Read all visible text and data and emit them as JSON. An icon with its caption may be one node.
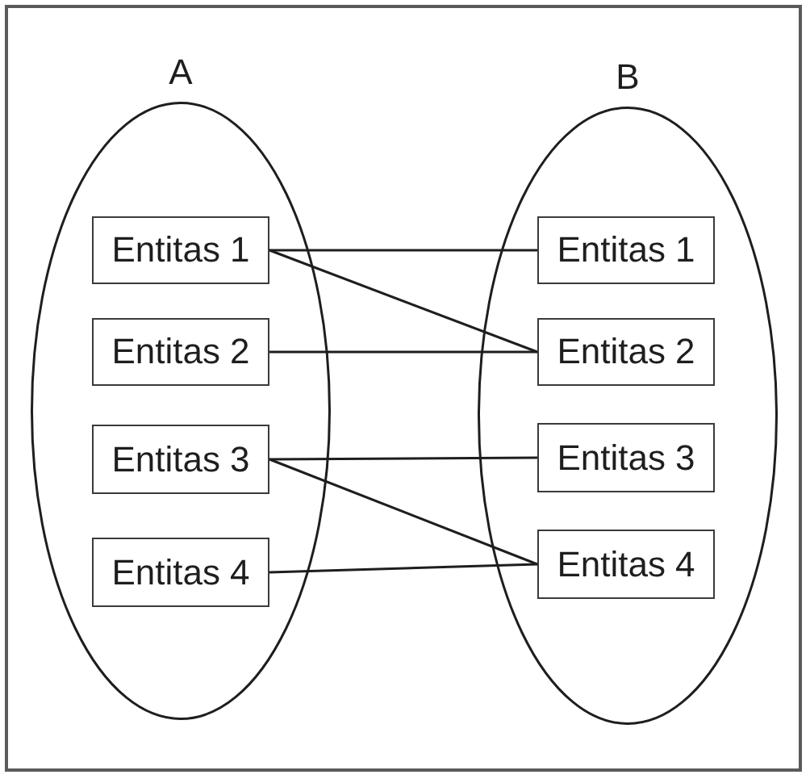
{
  "diagram": {
    "nodes": [
      {
        "text": [
          "A"
        ]
      },
      {
        "text": [
          "Entitas 1"
        ],
        "in": 0
      },
      {
        "text": [
          "Entitas 2"
        ],
        "in": 0
      },
      {
        "text": [
          "Entitas 3"
        ],
        "in": 0
      },
      {
        "text": [
          "Entitas 4"
        ],
        "in": 0
      },
      {
        "text": [
          "B"
        ]
      },
      {
        "text": [
          "Entitas 1"
        ],
        "in": 5
      },
      {
        "text": [
          "Entitas 2"
        ],
        "in": 5
      },
      {
        "text": [
          "Entitas 3"
        ],
        "in": 5
      },
      {
        "text": [
          "Entitas 4"
        ],
        "in": 5
      }
    ],
    "edges": [
      {
        "from": 1,
        "to": 6,
        "arrow": "none"
      },
      {
        "from": 1,
        "to": 7,
        "arrow": "none"
      },
      {
        "from": 2,
        "to": 7,
        "arrow": "none"
      },
      {
        "from": 3,
        "to": 8,
        "arrow": "none"
      },
      {
        "from": 3,
        "to": 9,
        "arrow": "none"
      },
      {
        "from": 4,
        "to": 9,
        "arrow": "none"
      }
    ]
  }
}
